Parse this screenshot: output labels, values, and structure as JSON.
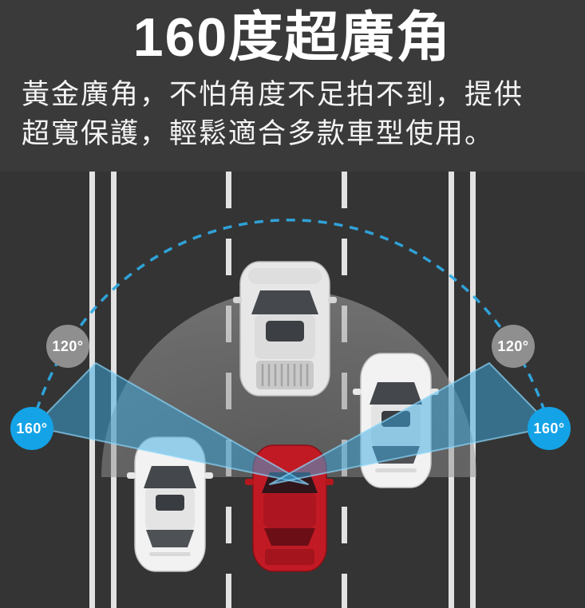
{
  "header": {
    "title": "160度超廣角",
    "subtitle_lines": [
      "黃金廣角，不怕角度不足拍不到，提供",
      "超寬保護，輕鬆適合多款車型使用。"
    ]
  },
  "diagram": {
    "angle_labels": {
      "inner": "120°",
      "outer": "160°"
    },
    "vehicles": [
      "suv-center-lane",
      "sedan-right-lane",
      "sedan-left-lane",
      "ego-car-red-with-camera"
    ],
    "colors": {
      "background": "#3a3a3a",
      "road": "#343434",
      "lane_line": "#ececec",
      "fov_gray": "#a7a7a7",
      "fov_blue": "#3aa9e2",
      "arc_blue": "#2fa9e2",
      "badge_gray": "#8f8f8f",
      "badge_blue": "#14a3e6",
      "ego_car_red": "#c21a24",
      "title_text": "#ffffff"
    }
  }
}
